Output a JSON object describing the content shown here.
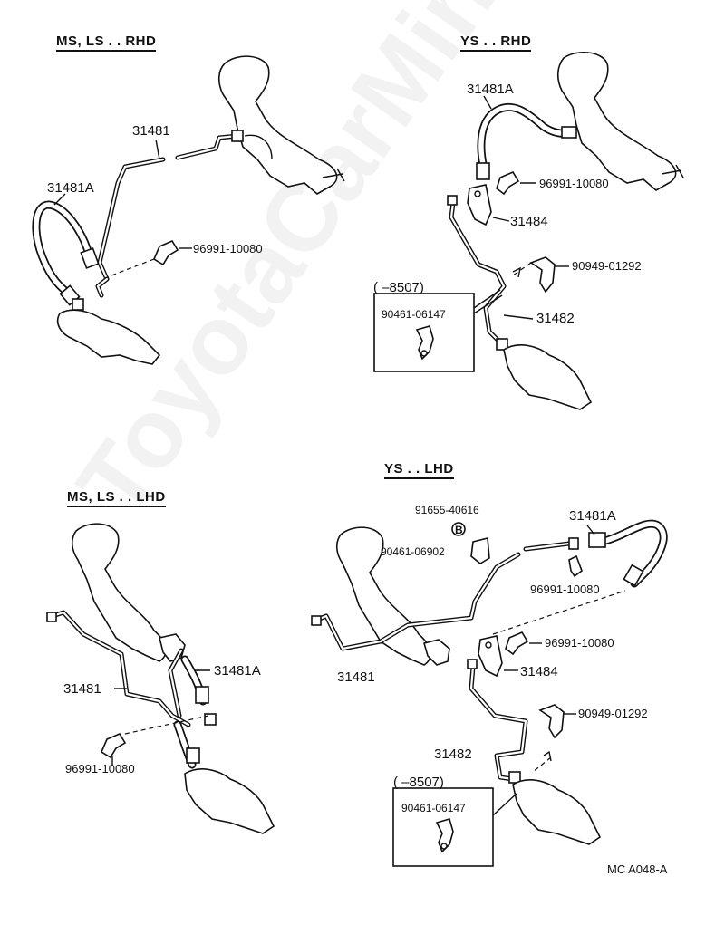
{
  "sections": {
    "ms_ls_rhd": "MS, LS . . RHD",
    "ys_rhd": "YS . . RHD",
    "ms_ls_lhd": "MS, LS . . LHD",
    "ys_lhd": "YS . . LHD"
  },
  "parts": {
    "p31481": "31481",
    "p31481a": "31481A",
    "p31482": "31482",
    "p31484": "31484",
    "p96991": "96991-10080",
    "p90949": "90949-01292",
    "p90461_06147": "90461-06147",
    "p90461_06902": "90461-06902",
    "p91655": "91655-40616",
    "b_mark": "B",
    "range": "(        –8507)"
  },
  "footer": {
    "code": "MC  A048-A"
  },
  "watermark": "ToyotaCarMine.ru"
}
